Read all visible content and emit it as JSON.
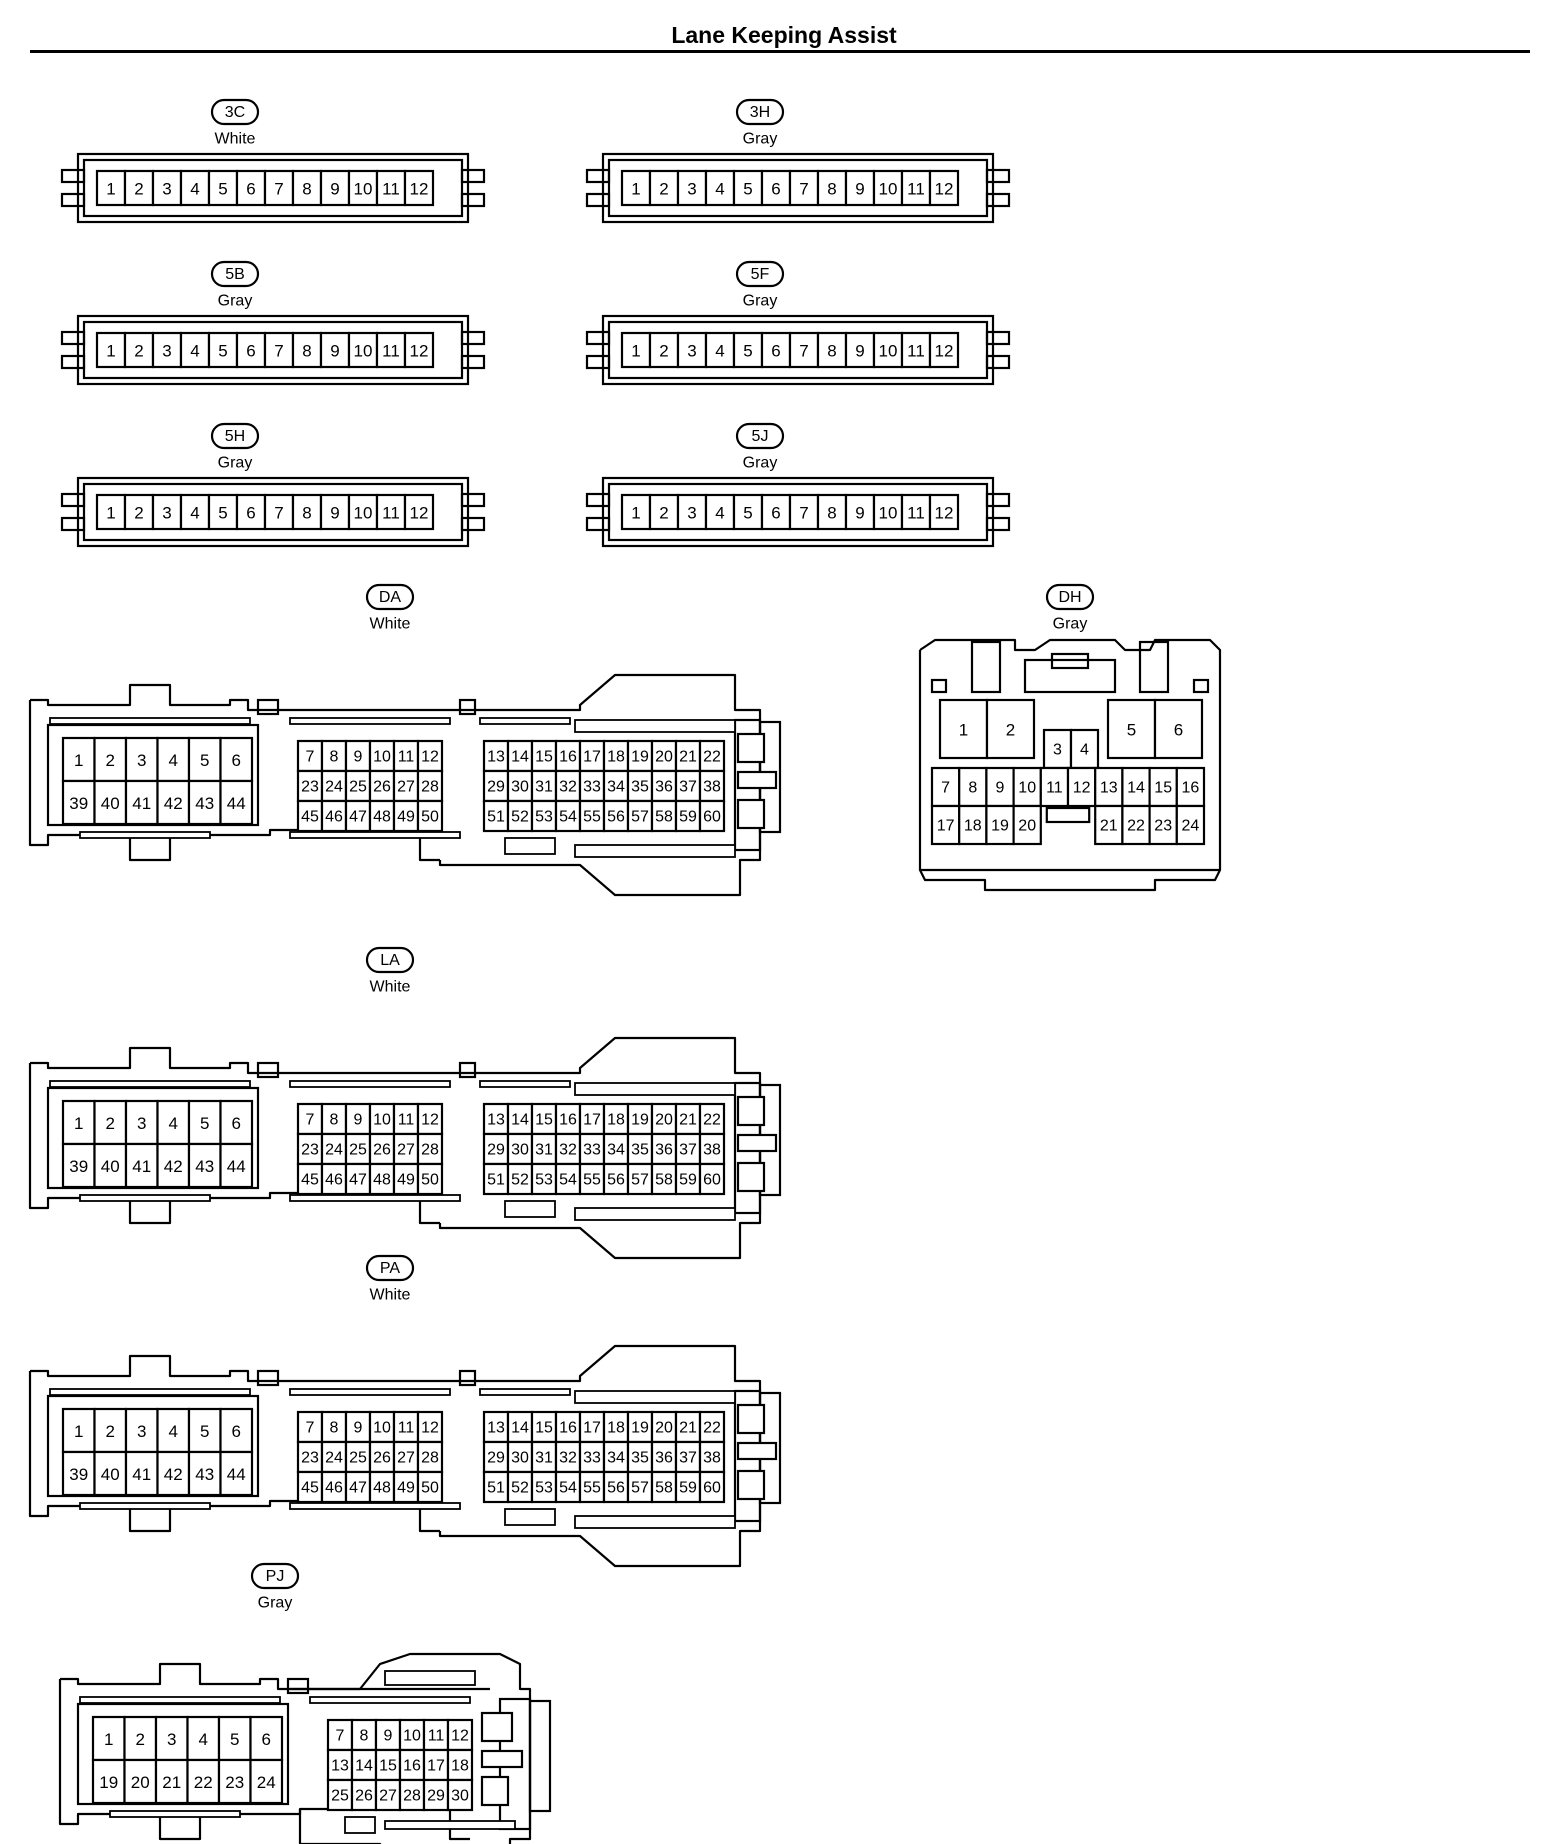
{
  "title": "Lane Keeping Assist",
  "connectors": [
    {
      "id": "3C",
      "color": "White",
      "type": "strip",
      "pins": [
        1,
        2,
        3,
        4,
        5,
        6,
        7,
        8,
        9,
        10,
        11,
        12
      ]
    },
    {
      "id": "3H",
      "color": "Gray",
      "type": "strip",
      "pins": [
        1,
        2,
        3,
        4,
        5,
        6,
        7,
        8,
        9,
        10,
        11,
        12
      ]
    },
    {
      "id": "5B",
      "color": "Gray",
      "type": "strip",
      "pins": [
        1,
        2,
        3,
        4,
        5,
        6,
        7,
        8,
        9,
        10,
        11,
        12
      ]
    },
    {
      "id": "5F",
      "color": "Gray",
      "type": "strip",
      "pins": [
        1,
        2,
        3,
        4,
        5,
        6,
        7,
        8,
        9,
        10,
        11,
        12
      ]
    },
    {
      "id": "5H",
      "color": "Gray",
      "type": "strip",
      "pins": [
        1,
        2,
        3,
        4,
        5,
        6,
        7,
        8,
        9,
        10,
        11,
        12
      ]
    },
    {
      "id": "5J",
      "color": "Gray",
      "type": "strip",
      "pins": [
        1,
        2,
        3,
        4,
        5,
        6,
        7,
        8,
        9,
        10,
        11,
        12
      ]
    },
    {
      "id": "DA",
      "color": "White",
      "type": "ecu60",
      "blocks": [
        [
          [
            1,
            2,
            3,
            4,
            5,
            6
          ],
          [
            39,
            40,
            41,
            42,
            43,
            44
          ]
        ],
        [
          [
            7,
            8,
            9,
            10,
            11,
            12
          ],
          [
            23,
            24,
            25,
            26,
            27,
            28
          ],
          [
            45,
            46,
            47,
            48,
            49,
            50
          ]
        ],
        [
          [
            13,
            14,
            15,
            16,
            17,
            18,
            19,
            20,
            21,
            22
          ],
          [
            29,
            30,
            31,
            32,
            33,
            34,
            35,
            36,
            37,
            38
          ],
          [
            51,
            52,
            53,
            54,
            55,
            56,
            57,
            58,
            59,
            60
          ]
        ]
      ]
    },
    {
      "id": "DH",
      "color": "Gray",
      "type": "dh",
      "upper": {
        "left": [
          1,
          2
        ],
        "middle": [
          3,
          4
        ],
        "right": [
          5,
          6
        ]
      },
      "lower": [
        [
          7,
          8,
          9,
          10,
          11,
          12,
          13,
          14,
          15,
          16
        ],
        [
          17,
          18,
          19,
          20,
          21,
          22,
          23,
          24
        ]
      ]
    },
    {
      "id": "LA",
      "color": "White",
      "type": "ecu60",
      "blocks": [
        [
          [
            1,
            2,
            3,
            4,
            5,
            6
          ],
          [
            39,
            40,
            41,
            42,
            43,
            44
          ]
        ],
        [
          [
            7,
            8,
            9,
            10,
            11,
            12
          ],
          [
            23,
            24,
            25,
            26,
            27,
            28
          ],
          [
            45,
            46,
            47,
            48,
            49,
            50
          ]
        ],
        [
          [
            13,
            14,
            15,
            16,
            17,
            18,
            19,
            20,
            21,
            22
          ],
          [
            29,
            30,
            31,
            32,
            33,
            34,
            35,
            36,
            37,
            38
          ],
          [
            51,
            52,
            53,
            54,
            55,
            56,
            57,
            58,
            59,
            60
          ]
        ]
      ]
    },
    {
      "id": "PA",
      "color": "White",
      "type": "ecu60",
      "blocks": [
        [
          [
            1,
            2,
            3,
            4,
            5,
            6
          ],
          [
            39,
            40,
            41,
            42,
            43,
            44
          ]
        ],
        [
          [
            7,
            8,
            9,
            10,
            11,
            12
          ],
          [
            23,
            24,
            25,
            26,
            27,
            28
          ],
          [
            45,
            46,
            47,
            48,
            49,
            50
          ]
        ],
        [
          [
            13,
            14,
            15,
            16,
            17,
            18,
            19,
            20,
            21,
            22
          ],
          [
            29,
            30,
            31,
            32,
            33,
            34,
            35,
            36,
            37,
            38
          ],
          [
            51,
            52,
            53,
            54,
            55,
            56,
            57,
            58,
            59,
            60
          ]
        ]
      ]
    },
    {
      "id": "PJ",
      "color": "Gray",
      "type": "ecu30",
      "blocks": [
        [
          [
            1,
            2,
            3,
            4,
            5,
            6
          ],
          [
            19,
            20,
            21,
            22,
            23,
            24
          ]
        ],
        [
          [
            7,
            8,
            9,
            10,
            11,
            12
          ],
          [
            13,
            14,
            15,
            16,
            17,
            18
          ],
          [
            25,
            26,
            27,
            28,
            29,
            30
          ]
        ]
      ]
    }
  ]
}
